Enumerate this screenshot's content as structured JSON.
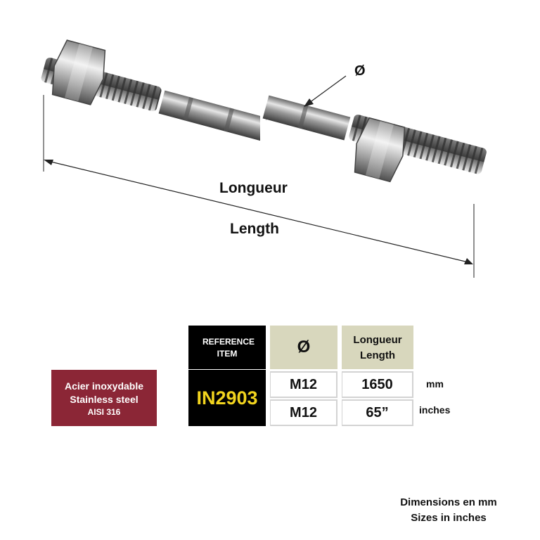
{
  "diagram": {
    "label_length_fr": "Longueur",
    "label_length_en": "Length",
    "label_diameter": "Ø"
  },
  "material": {
    "line1": "Acier inoxydable",
    "line2": "Stainless steel",
    "line3": "AISI 316",
    "color": "#8b2636"
  },
  "table": {
    "reference_header": "REFERENCE ITEM",
    "reference": "IN2903",
    "reference_color": "#f2d41e",
    "diameter_header": "Ø",
    "length_header_fr": "Longueur",
    "length_header_en": "Length",
    "header_bg": "#d8d7bd",
    "rows": [
      {
        "diameter": "M12",
        "length": "1650",
        "unit": "mm"
      },
      {
        "diameter": "M12",
        "length": "65”",
        "unit": "inches"
      }
    ]
  },
  "notes": {
    "line1": "Dimensions en mm",
    "line2": "Sizes in inches"
  }
}
